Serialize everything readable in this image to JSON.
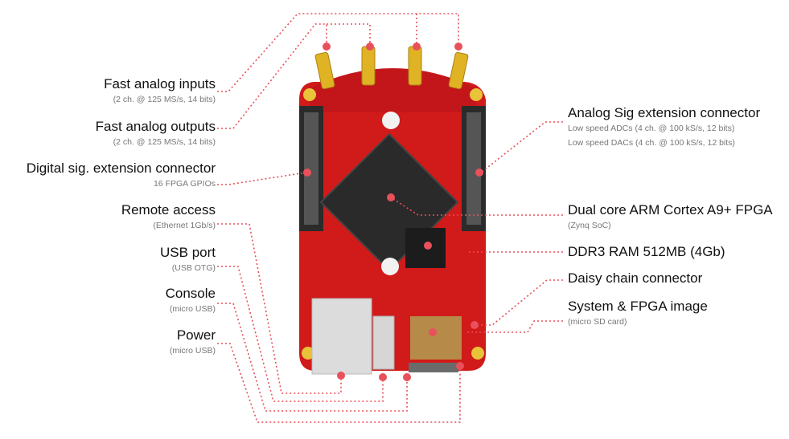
{
  "colors": {
    "leader": "#e8505b",
    "board": "#d11a1a",
    "heatsink": "#2a2a2a"
  },
  "left_labels": [
    {
      "id": "fast-analog-inputs",
      "title": "Fast analog inputs",
      "sub": "(2 ch. @ 125 MS/s, 14 bits)"
    },
    {
      "id": "fast-analog-outputs",
      "title": "Fast analog outputs",
      "sub": "(2 ch. @ 125 MS/s, 14 bits)"
    },
    {
      "id": "digital-ext",
      "title": "Digital sig. extension connector",
      "sub": "16 FPGA GPIOs"
    },
    {
      "id": "remote-access",
      "title": "Remote access",
      "sub": "(Ethernet 1Gb/s)"
    },
    {
      "id": "usb-port",
      "title": "USB port",
      "sub": "(USB OTG)"
    },
    {
      "id": "console",
      "title": "Console",
      "sub": "(micro USB)"
    },
    {
      "id": "power",
      "title": "Power",
      "sub": "(micro USB)"
    }
  ],
  "right_labels": [
    {
      "id": "analog-ext",
      "title": "Analog Sig extension connector",
      "sub": "Low speed ADCs (4 ch. @ 100 kS/s, 12 bits)",
      "sub2": "Low speed DACs (4 ch. @ 100 kS/s, 12 bits)"
    },
    {
      "id": "arm-fpga",
      "title": "Dual core ARM Cortex A9+ FPGA",
      "sub": "(Zynq SoC)"
    },
    {
      "id": "ddr3",
      "title": "DDR3 RAM 512MB (4Gb)"
    },
    {
      "id": "daisy-chain",
      "title": "Daisy chain connector"
    },
    {
      "id": "system-image",
      "title": "System & FPGA image",
      "sub": "(micro SD card)"
    }
  ]
}
